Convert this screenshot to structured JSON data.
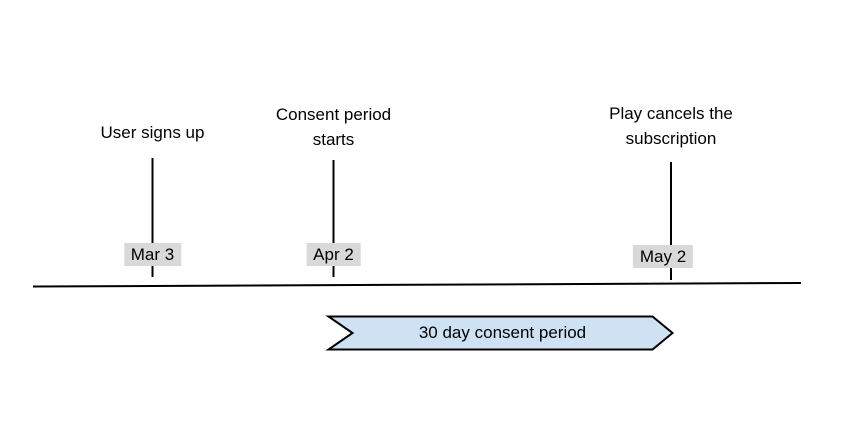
{
  "diagram": {
    "kind": "timeline",
    "background_color": "#ffffff",
    "line_color": "#000000"
  },
  "events": [
    {
      "title": "User signs up",
      "date": "Mar 3"
    },
    {
      "title": "Consent period\nstarts",
      "date": "Apr 2"
    },
    {
      "title": "Play cancels the\nsubscription",
      "date": "May 2"
    }
  ],
  "date_chip": {
    "background_color": "#d9d9d9",
    "text_color": "#000000"
  },
  "banner": {
    "label": "30 day consent period",
    "fill_color": "#cfe2f3",
    "border_color": "#000000"
  }
}
